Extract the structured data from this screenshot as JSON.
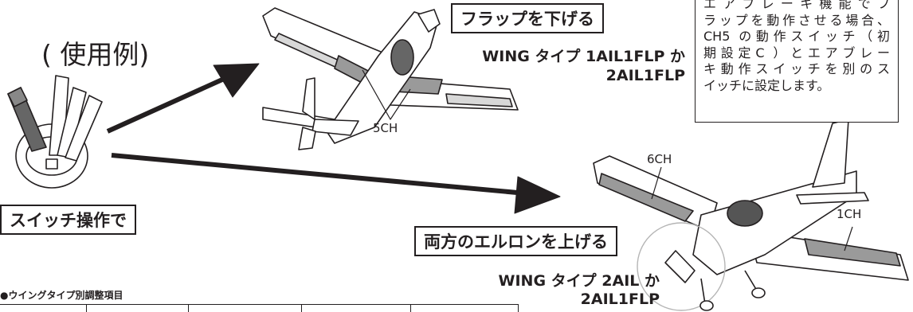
{
  "example_label": "( 使用例)",
  "flap_down_box": "フラップを下げる",
  "wing_type_flap_line1": "WING タイプ 1AIL1FLP か",
  "wing_type_flap_line2": "2AIL1FLP",
  "note_lines": [
    "エアブレーキ機能でフ",
    "ラップを動作させる場合、",
    "CH5 の動作スイッチ（初",
    "期設定C ）とエアブレー",
    "キ動作スイッチを別のス",
    "イッチに設定します。"
  ],
  "switch_box": "スイッチ操作で",
  "aileron_up_box": "両方のエルロンを上げる",
  "wing_type_ail_line1": "WING タイプ 2AIL か",
  "wing_type_ail_line2": "2AIL1FLP",
  "table_heading": "●ウイングタイプ別調整項目",
  "ch_labels": {
    "ch5": "5CH",
    "ch6": "6CH",
    "ch1": "1CH"
  }
}
